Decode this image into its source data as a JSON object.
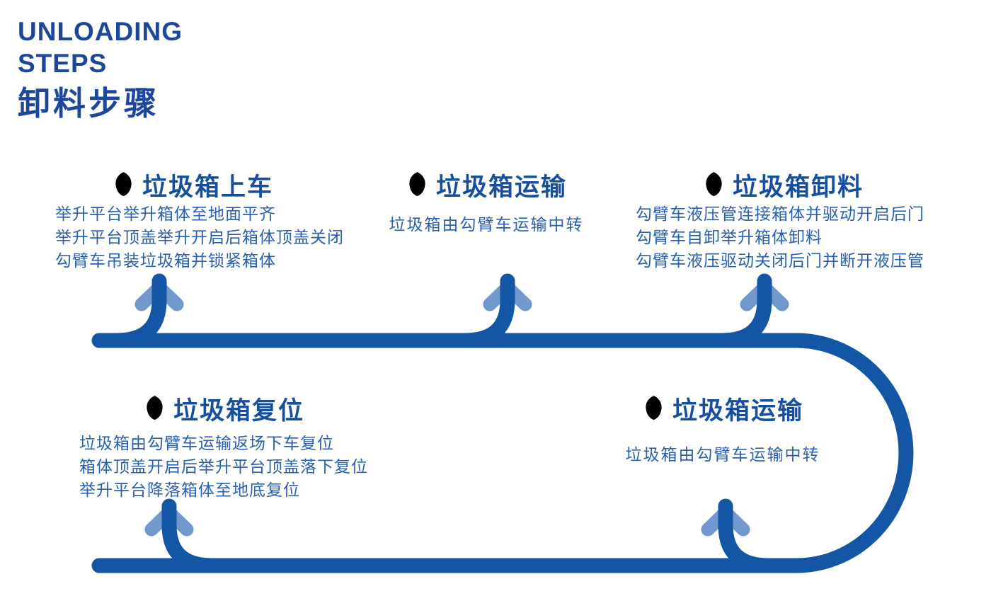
{
  "header": {
    "title_en_line1": "UNLOADING",
    "title_en_line2": "STEPS",
    "title_zh": "卸料步骤"
  },
  "steps": [
    {
      "title": "垃圾箱上车",
      "lines": [
        "举升平台举升箱体至地面平齐",
        "举升平台顶盖举升开启后箱体顶盖关闭",
        "勾臂车吊装垃圾箱并锁紧箱体"
      ]
    },
    {
      "title": "垃圾箱运输",
      "lines": [
        "垃圾箱由勾臂车运输中转"
      ]
    },
    {
      "title": "垃圾箱卸料",
      "lines": [
        "勾臂车液压管连接箱体并驱动开启后门",
        "勾臂车自卸举升箱体卸料",
        "勾臂车液压驱动关闭后门并断开液压管"
      ]
    },
    {
      "title": "垃圾箱复位",
      "lines": [
        "垃圾箱由勾臂车运输返场下车复位",
        "箱体顶盖开启后举升平台顶盖落下复位",
        "举升平台降落箱体至地底复位"
      ]
    },
    {
      "title": "垃圾箱运输",
      "lines": [
        "垃圾箱由勾臂车运输中转"
      ]
    }
  ],
  "icons": {
    "step_marker": "leaf-icon"
  },
  "colors": {
    "title_navy": "#1c479b",
    "heading_blue": "#174f9f",
    "body_blue": "#2b5fb0",
    "path_blue": "#1356a5",
    "arrow_light": "#7199ce"
  }
}
